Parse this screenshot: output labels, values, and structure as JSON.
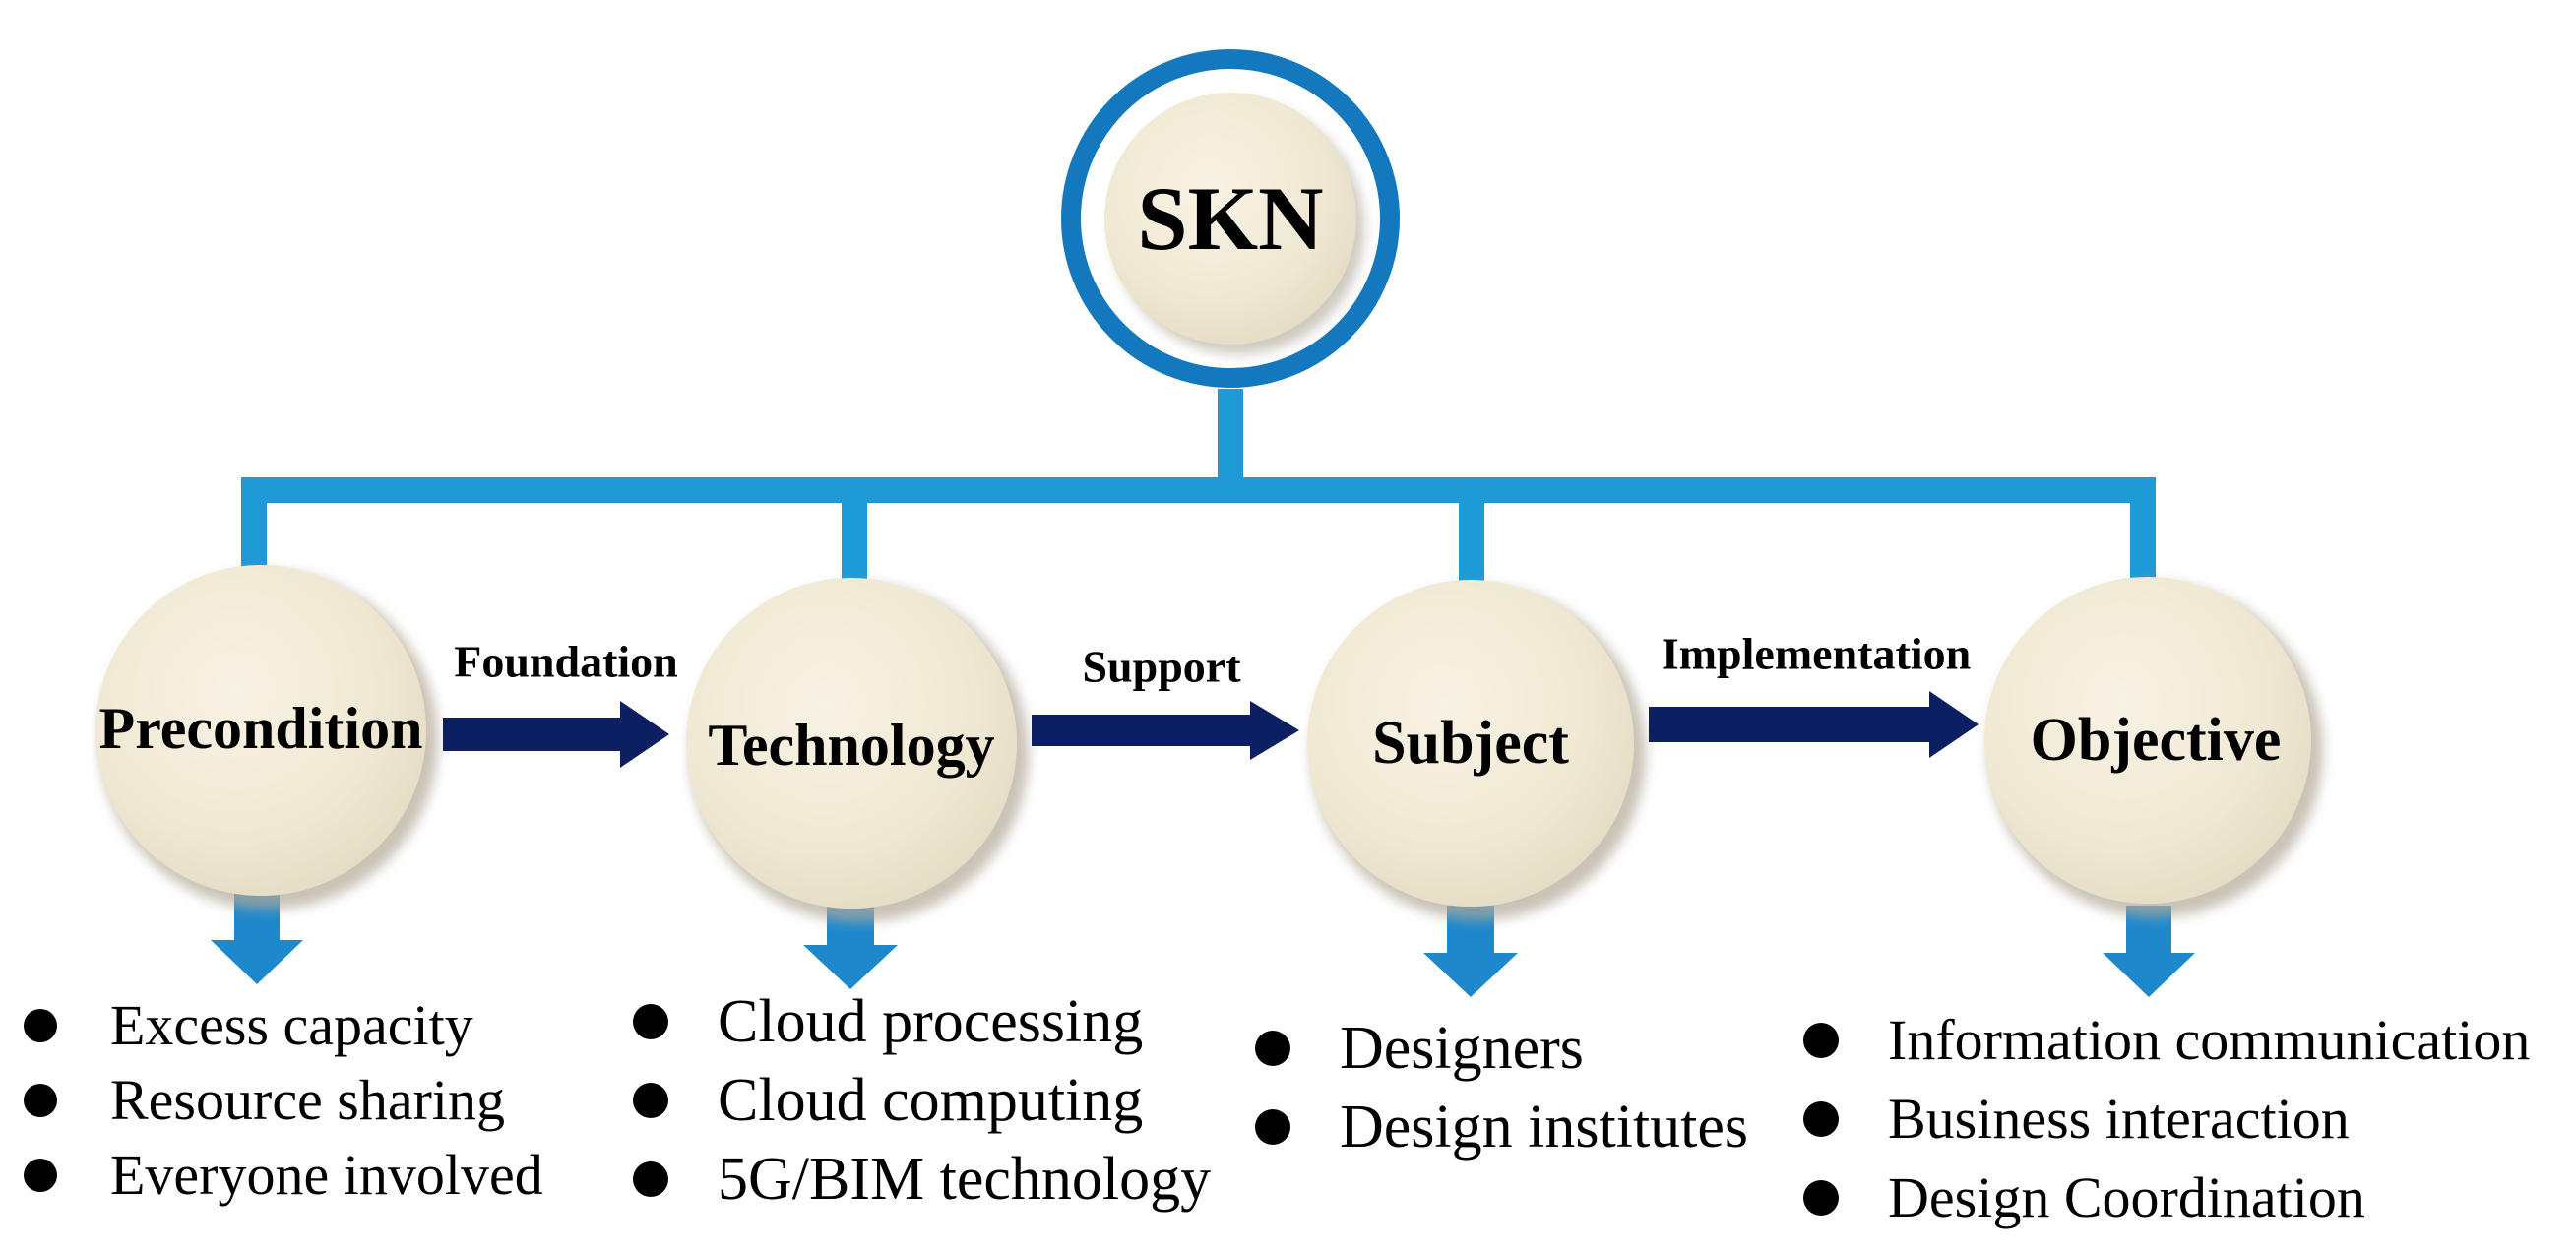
{
  "colors": {
    "connector": "#1e9ad6",
    "ring": "#1478be",
    "node_fill": "#f2ecd9",
    "node_shadow": "#b3a998",
    "flow_arrow": "#0c1f63",
    "down_arrow": "#1e88cc"
  },
  "root": {
    "label": "SKN"
  },
  "nodes": [
    {
      "label": "Precondition"
    },
    {
      "label": "Technology"
    },
    {
      "label": "Subject"
    },
    {
      "label": "Objective"
    }
  ],
  "edges": [
    {
      "label": "Foundation"
    },
    {
      "label": "Support"
    },
    {
      "label": "Implementation"
    }
  ],
  "lists": [
    {
      "items": [
        "Excess capacity",
        "Resource sharing",
        "Everyone involved"
      ]
    },
    {
      "items": [
        "Cloud processing",
        "Cloud computing",
        "5G/BIM technology"
      ]
    },
    {
      "items": [
        "Designers",
        "Design institutes"
      ]
    },
    {
      "items": [
        "Information communication",
        "Business interaction",
        "Design Coordination"
      ]
    }
  ]
}
